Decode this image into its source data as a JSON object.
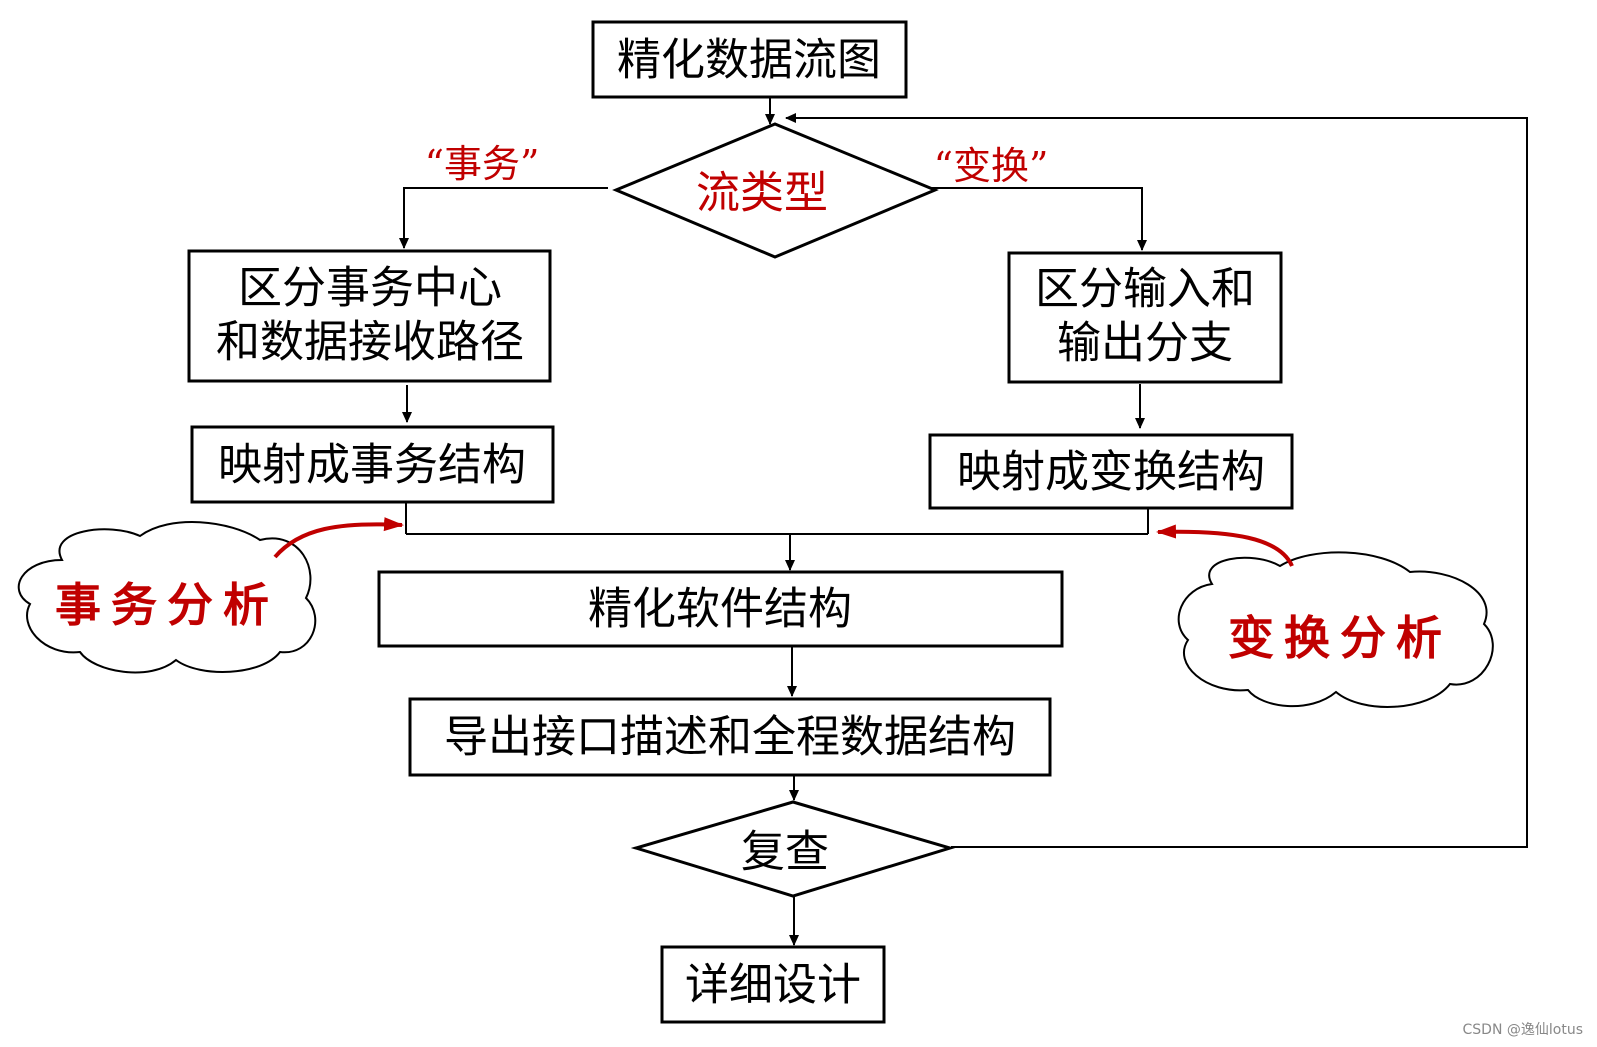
{
  "diagram": {
    "start_node": "精化数据流图",
    "decision_flow_type": "流类型",
    "branch_transaction_label": "“事务”",
    "branch_transform_label": "“变换”",
    "transaction_step1_line1": "区分事务中心",
    "transaction_step1_line2": "和数据接收路径",
    "transaction_step2": "映射成事务结构",
    "transform_step1_line1": "区分输入和",
    "transform_step1_line2": "输出分支",
    "transform_step2": "映射成变换结构",
    "refine_structure": "精化软件结构",
    "derive_interface": "导出接口描述和全程数据结构",
    "review": "复查",
    "detailed_design": "详细设计",
    "callout_transaction": "事务分析",
    "callout_transform": "变换分析"
  },
  "watermark": "CSDN @逸仙lotus",
  "colors": {
    "accent_red": "#c00000",
    "line": "#000000"
  }
}
